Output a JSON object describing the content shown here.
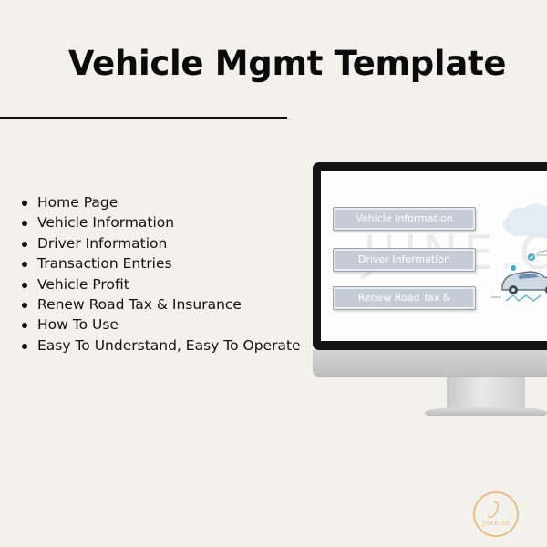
{
  "header": {
    "title": "Vehicle Mgmt Template"
  },
  "features": [
    "Home Page",
    "Vehicle Information",
    "Driver Information",
    "Transaction Entries",
    "Vehicle Profit",
    "Renew Road Tax & Insurance",
    "How To Use",
    "Easy To Understand, Easy To Operate"
  ],
  "screen": {
    "buttons": [
      "Vehicle Information",
      "Driver Information",
      "Renew Road Tax &"
    ],
    "watermark": "JUNE.C"
  },
  "brand": {
    "logo_text": "JUNE.CO",
    "logo_color": "#e9b368"
  },
  "colors": {
    "background": "#f2f1ec",
    "text": "#111111",
    "screen_button": "#c6ccd6"
  }
}
